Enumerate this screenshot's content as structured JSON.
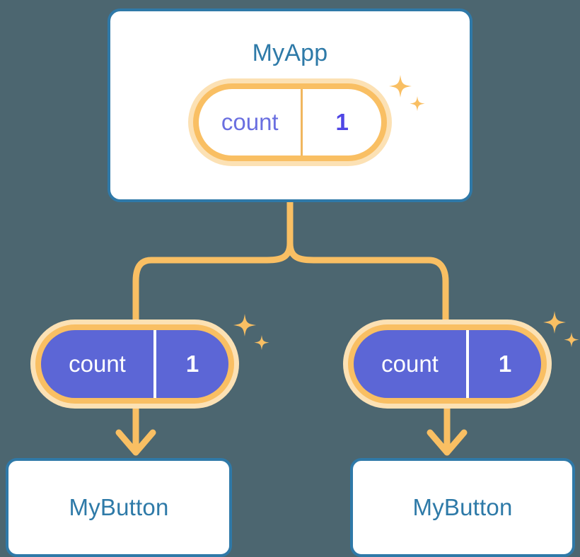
{
  "diagram": {
    "title_text": "MyApp",
    "background_color": "#4c6670",
    "accent_orange": "#f9bf63",
    "accent_orange_light": "#fce1b4",
    "accent_blue": "#2f79a8",
    "accent_purple": "#5c66d6"
  },
  "root": {
    "label": "MyApp",
    "state_pill": {
      "key": "count",
      "value": "1",
      "style": "outline"
    },
    "sparkle": "sparkle-icon"
  },
  "children": [
    {
      "label": "MyButton",
      "state_pill": {
        "key": "count",
        "value": "1",
        "style": "filled"
      },
      "sparkle": "sparkle-icon"
    },
    {
      "label": "MyButton",
      "state_pill": {
        "key": "count",
        "value": "1",
        "style": "filled"
      },
      "sparkle": "sparkle-icon"
    }
  ],
  "connectors": {
    "tree_edge_color": "#f9bf63",
    "arrow_color": "#f9bf63"
  }
}
